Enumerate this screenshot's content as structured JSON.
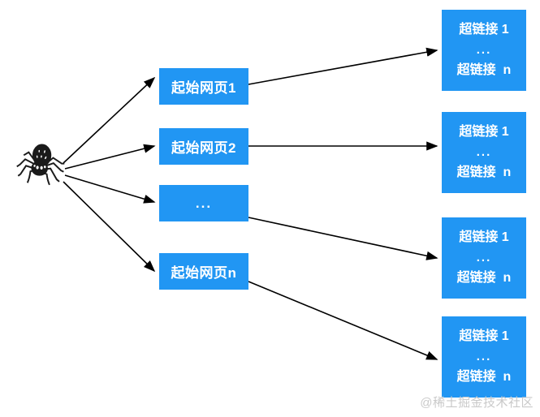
{
  "diagram": {
    "title": "web-crawler-seed-to-hyperlinks",
    "accent_color": "#2196f3",
    "arrow_color": "#000000",
    "background_color": "#ffffff",
    "spider": {
      "icon": "spider-icon",
      "glyph": "🕷"
    },
    "seed_nodes": [
      {
        "label": "起始网页1"
      },
      {
        "label": "起始网页2"
      },
      {
        "label": "..."
      },
      {
        "label": "起始网页n"
      }
    ],
    "link_nodes": [
      {
        "first": "超链接 1",
        "dots": "...",
        "last": "超链接  n"
      },
      {
        "first": "超链接 1",
        "dots": "...",
        "last": "超链接  n"
      },
      {
        "first": "超链接 1",
        "dots": "...",
        "last": "超链接  n"
      },
      {
        "first": "超链接 1",
        "dots": "...",
        "last": "超链接  n"
      }
    ],
    "watermark": "@稀土掘金技术社区"
  }
}
